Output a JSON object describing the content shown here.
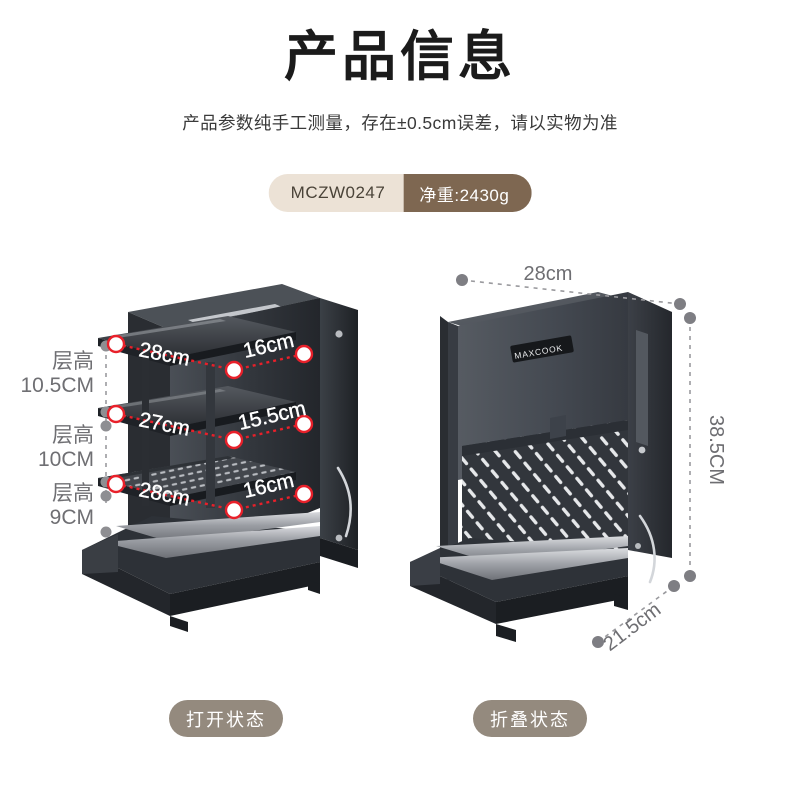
{
  "header": {
    "title": "产品信息",
    "subtitle": "产品参数纯手工测量，存在±0.5cm误差，请以实物为准"
  },
  "badge": {
    "model": "MCZW0247",
    "weight": "净重:2430g",
    "model_bg": "#ece2d6",
    "weight_bg": "#7e6751"
  },
  "colors": {
    "accent_red": "#e8202a",
    "pill": "#948a7e",
    "product_dark": "#3b3f45",
    "dim_grey": "#6e6e72"
  },
  "figures": {
    "open": {
      "caption": "打开状态",
      "brand": "",
      "tiers": [
        {
          "label_line1": "层高",
          "label_line2": "10.5CM",
          "width": "28cm",
          "depth": "16cm"
        },
        {
          "label_line1": "层高",
          "label_line2": "10CM",
          "width": "27cm",
          "depth": "15.5cm"
        },
        {
          "label_line1": "层高",
          "label_line2": "9CM",
          "width": "28cm",
          "depth": "16cm"
        }
      ]
    },
    "folded": {
      "caption": "折叠状态",
      "brand": "MAXCOOK",
      "width": "28cm",
      "height": "38.5CM",
      "depth": "21.5cm"
    }
  }
}
